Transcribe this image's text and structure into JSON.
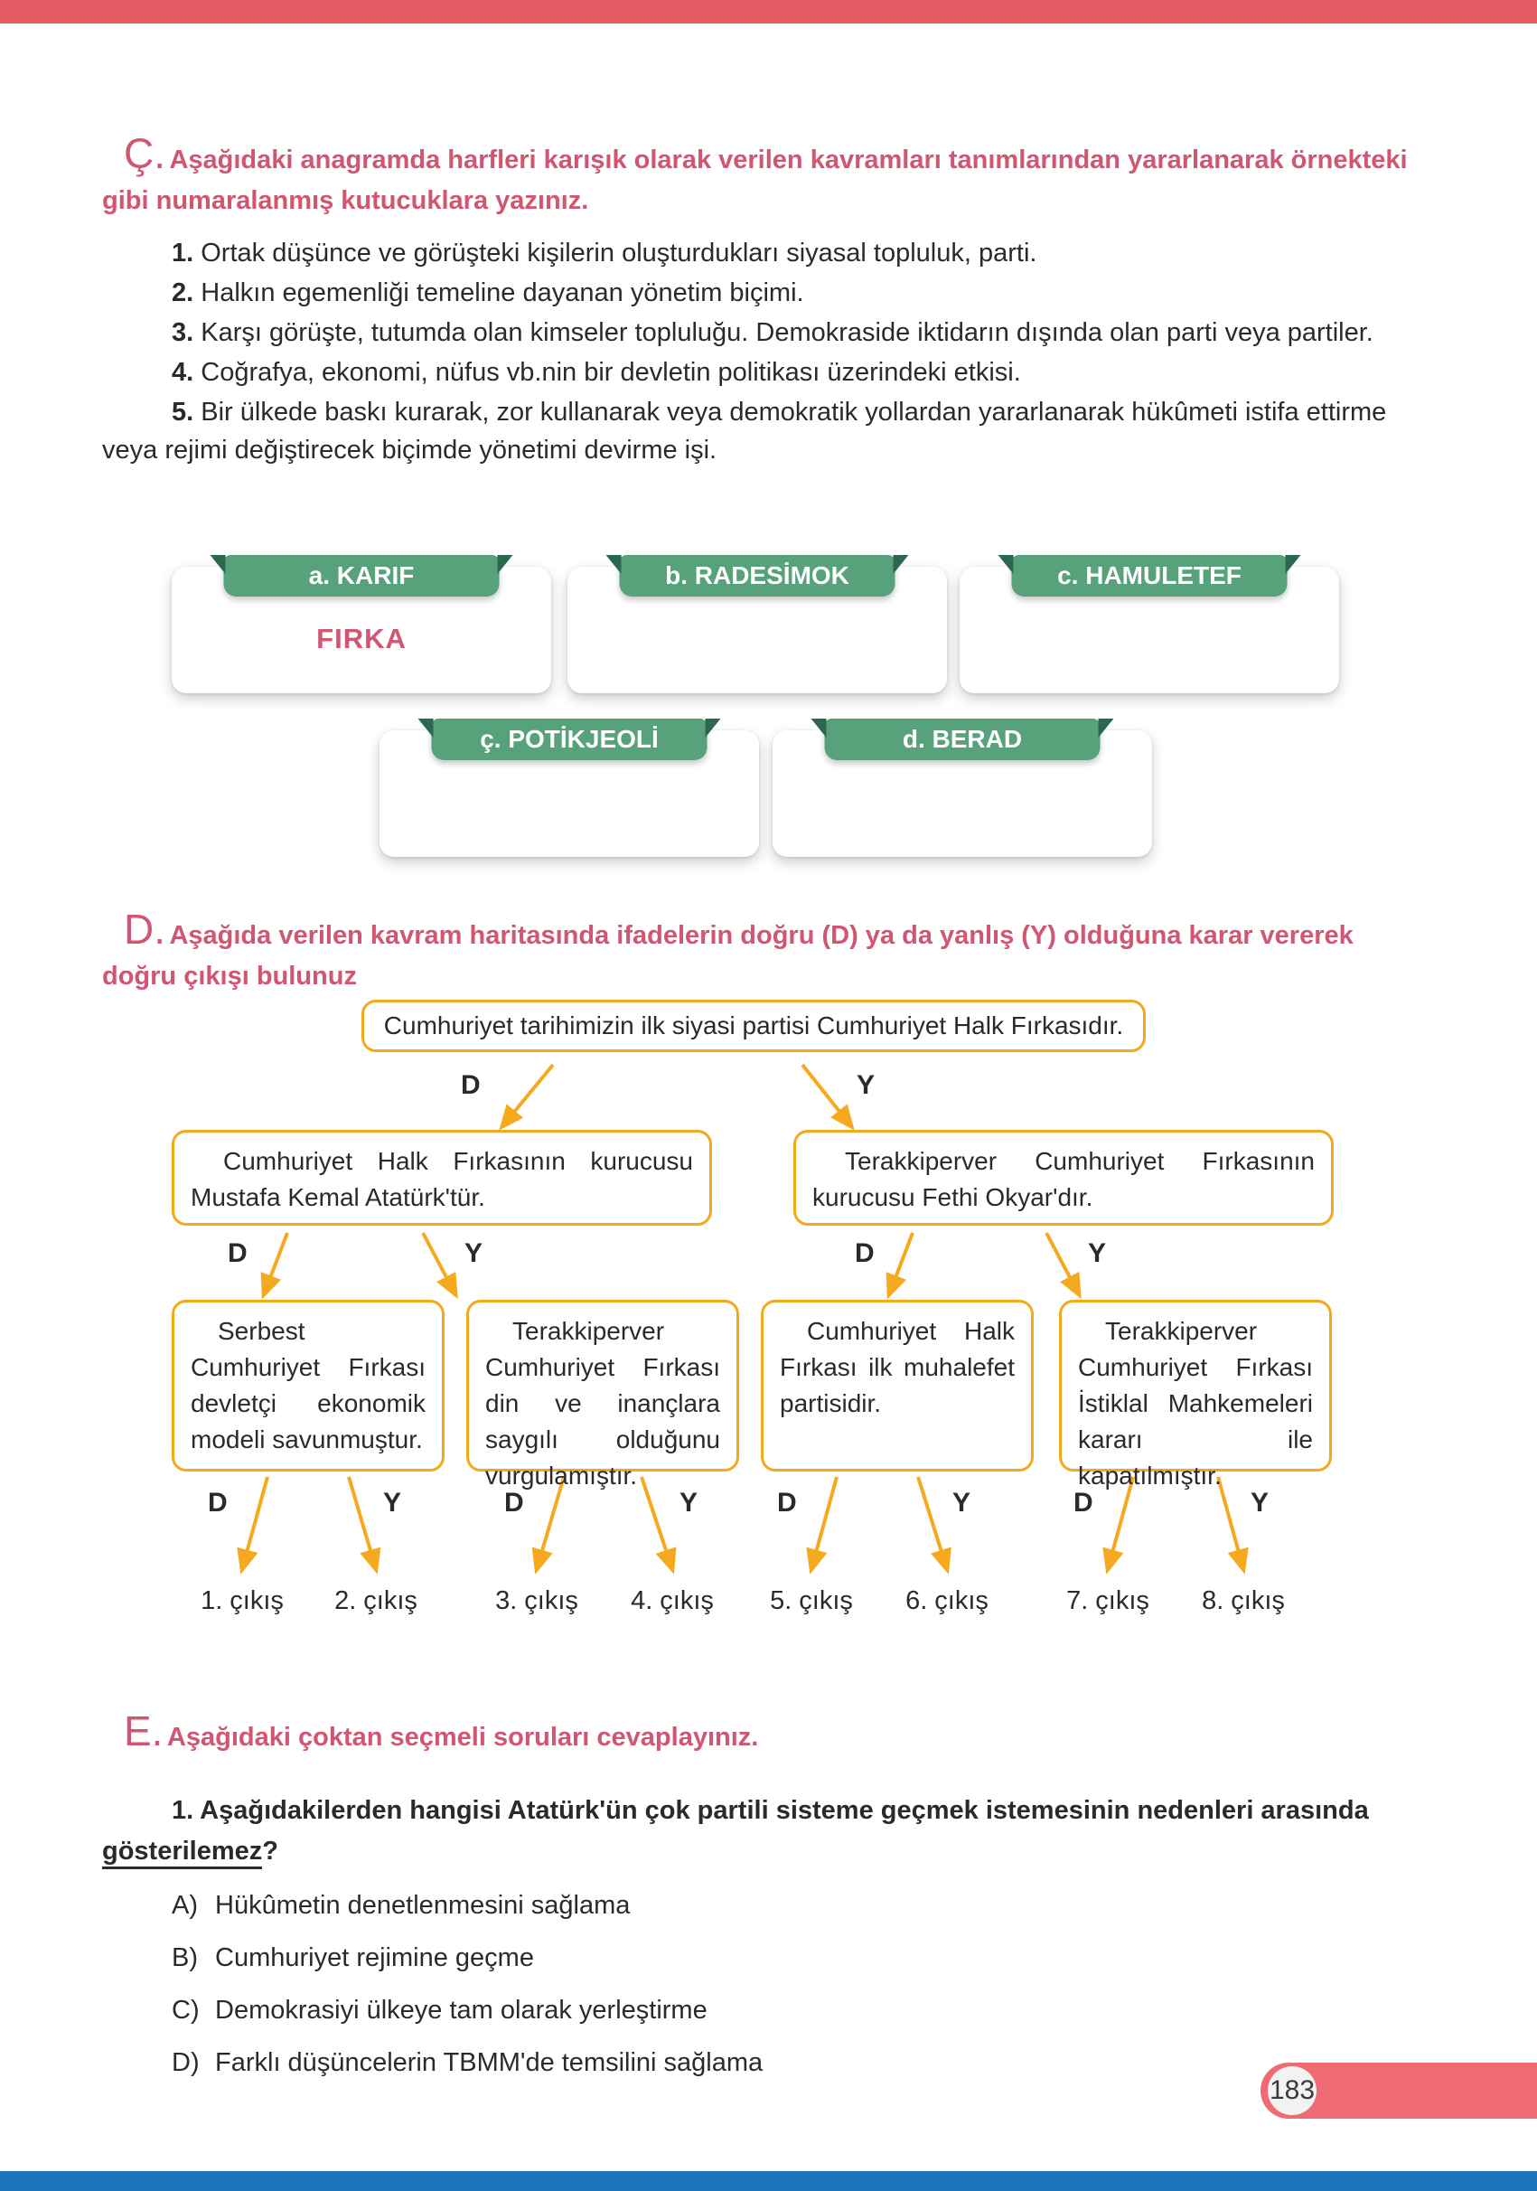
{
  "colors": {
    "accent_pink": "#d05672",
    "ribbon_green": "#57a17b",
    "ribbon_fold": "#2c6850",
    "map_orange": "#f2a81f",
    "topbar_red": "#e65c64",
    "bottombar_blue": "#1b76bc",
    "badge_pink": "#ef6a72"
  },
  "sections": {
    "c": {
      "letter": "Ç.",
      "title": "Aşağıdaki anagramda harfleri karışık olarak verilen kavramları tanımlarından yararlanarak örnekteki gibi numaralanmış kutucuklara yazınız.",
      "items": [
        {
          "num": "1.",
          "text": "Ortak düşünce ve görüşteki kişilerin oluşturdukları siyasal topluluk, parti."
        },
        {
          "num": "2.",
          "text": "Halkın egemenliği temeline dayanan yönetim biçimi."
        },
        {
          "num": "3.",
          "text": "Karşı görüşte, tutumda olan kimseler topluluğu. Demokraside iktidarın dışında olan parti veya partiler."
        },
        {
          "num": "4.",
          "text": "Coğrafya, ekonomi, nüfus vb.nin bir devletin politikası üzerindeki etkisi."
        },
        {
          "num": "5.",
          "text": "Bir ülkede baskı kurarak, zor kullanarak veya demokratik yollardan yararlanarak hükûmeti istifa ettirme veya rejimi değiştirecek biçimde yönetimi devirme işi."
        }
      ],
      "cards": [
        {
          "label": "a. KARIF",
          "answer": "FIRKA"
        },
        {
          "label": "b. RADESİMOK",
          "answer": ""
        },
        {
          "label": "c. HAMULETEF",
          "answer": ""
        },
        {
          "label": "ç. POTİKJEOLİ",
          "answer": ""
        },
        {
          "label": "d. BERAD",
          "answer": ""
        }
      ]
    },
    "d": {
      "letter": "D.",
      "title": "Aşağıda verilen kavram haritasında ifadelerin doğru (D) ya da yanlış (Y) olduğuna karar vererek doğru çıkışı bulunuz",
      "map": {
        "root": "Cumhuriyet tarihimizin ilk siyasi partisi Cumhuriyet Halk Fırkasıdır.",
        "branch_true": "D",
        "branch_false": "Y",
        "level2": [
          "Cumhuriyet Halk Fırkasının kurucusu Mustafa Kemal Atatürk'tür.",
          "Terakkiperver Cumhuriyet Fırkasının kurucusu Fethi Okyar'dır."
        ],
        "level3": [
          "Serbest Cumhuriyet Fırkası devletçi ekonomik modeli savunmuştur.",
          "Terakkiperver Cumhuriyet Fırkası din ve inançlara saygılı olduğunu vurgulamıştır.",
          "Cumhuriyet Halk Fırkası ilk muhalefet partisidir.",
          "Terakkiperver Cumhuriyet Fırkası İstiklal Mahkemeleri kararı ile kapatılmıştır."
        ],
        "exits": [
          "1. çıkış",
          "2. çıkış",
          "3. çıkış",
          "4. çıkış",
          "5. çıkış",
          "6. çıkış",
          "7. çıkış",
          "8. çıkış"
        ]
      }
    },
    "e": {
      "letter": "E.",
      "title": "Aşağıdaki çoktan seçmeli soruları cevaplayınız.",
      "question": {
        "num": "1.",
        "text_before": "Aşağıdakilerden hangisi Atatürk'ün çok partili sisteme geçmek istemesinin nedenleri arasında ",
        "underlined": "gösterilemez",
        "text_after": "?",
        "options": [
          {
            "letter": "A)",
            "text": "Hükûmetin denetlenmesini sağlama"
          },
          {
            "letter": "B)",
            "text": "Cumhuriyet rejimine geçme"
          },
          {
            "letter": "C)",
            "text": "Demokrasiyi ülkeye tam olarak yerleştirme"
          },
          {
            "letter": "D)",
            "text": "Farklı düşüncelerin TBMM'de temsilini sağlama"
          }
        ]
      }
    }
  },
  "page_number": "183"
}
